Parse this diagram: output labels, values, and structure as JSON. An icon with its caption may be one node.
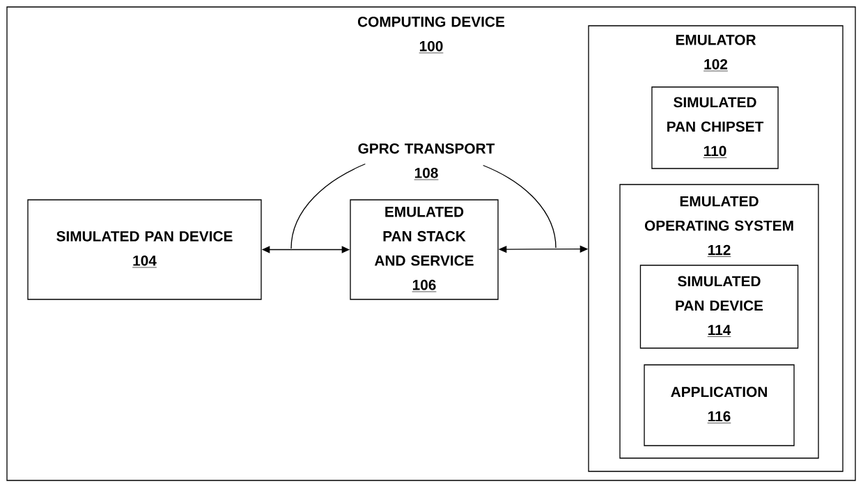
{
  "diagram": {
    "nodes": [
      {
        "text": [
          "COMPUTING DEVICE",
          "100"
        ]
      },
      {
        "text": [
          "SIMULATED PAN DEVICE",
          "104"
        ],
        "in": 0
      },
      {
        "text": [
          "EMULATED PAN STACK AND SERVICE",
          "106"
        ],
        "in": 0
      },
      {
        "text": [
          "GPRC TRANSPORT",
          "108"
        ],
        "in": 0
      },
      {
        "text": [
          "EMULATOR",
          "102"
        ],
        "in": 0
      },
      {
        "text": [
          "SIMULATED PAN CHIPSET",
          "110"
        ],
        "in": 4
      },
      {
        "text": [
          "EMULATED OPERATING SYSTEM",
          "112"
        ],
        "in": 4
      },
      {
        "text": [
          "SIMULATED PAN DEVICE",
          "114"
        ],
        "in": 6
      },
      {
        "text": [
          "APPLICATION",
          "116"
        ],
        "in": 6
      }
    ],
    "edges": [
      {
        "from": 1,
        "to": 2,
        "arrow": "both"
      },
      {
        "from": 2,
        "to": 4,
        "arrow": "both"
      },
      {
        "from": 3,
        "to": null,
        "arrow": "none"
      },
      {
        "from": 3,
        "to": null,
        "arrow": "none"
      }
    ]
  }
}
